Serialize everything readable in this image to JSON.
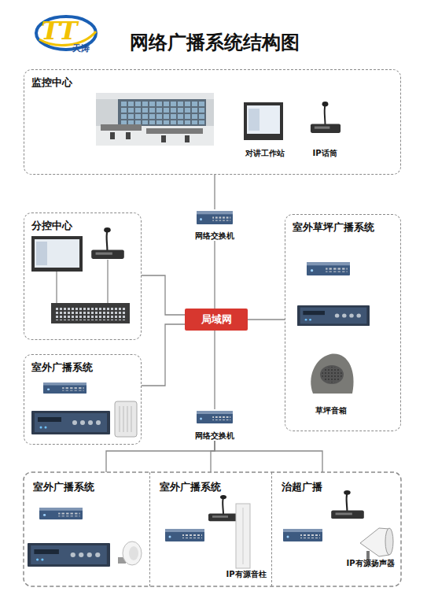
{
  "diagram": {
    "title": "网络广播系统结构图",
    "nodes": [
      {
        "text": [
          "监控中心"
        ]
      },
      {
        "text": [
          "对讲工作站"
        ],
        "in": 0
      },
      {
        "text": [
          "IP话筒"
        ],
        "in": 0
      },
      {
        "text": [
          "网络交换机"
        ]
      },
      {
        "text": [
          "分控中心"
        ]
      },
      {
        "text": [
          "室外草坪广播系统"
        ]
      },
      {
        "text": [
          "局域网"
        ]
      },
      {
        "text": [
          "草坪音箱"
        ],
        "in": 5
      },
      {
        "text": [
          "室外广播系统"
        ]
      },
      {
        "text": [
          "网络交换机"
        ]
      },
      {
        "text": [
          "室外广播系统"
        ]
      },
      {
        "text": [
          "室外广播系统"
        ]
      },
      {
        "text": [
          "IP有源音柱"
        ],
        "in": 11
      },
      {
        "text": [
          "治超广播"
        ]
      },
      {
        "text": [
          "IP有源扬声器"
        ],
        "in": 13
      }
    ],
    "edges": [
      {
        "from": 0,
        "to": 3,
        "arrow": "none"
      },
      {
        "from": 3,
        "to": 6,
        "arrow": "none"
      },
      {
        "from": 4,
        "to": 6,
        "arrow": "none"
      },
      {
        "from": 5,
        "to": 6,
        "arrow": "none"
      },
      {
        "from": 8,
        "to": 6,
        "arrow": "none"
      },
      {
        "from": 6,
        "to": 9,
        "arrow": "none"
      },
      {
        "from": 9,
        "to": 10,
        "arrow": "none"
      },
      {
        "from": 9,
        "to": 11,
        "arrow": "none"
      },
      {
        "from": 9,
        "to": 13,
        "arrow": "none"
      }
    ],
    "labels": [
      "TT",
      "天涛"
    ]
  }
}
